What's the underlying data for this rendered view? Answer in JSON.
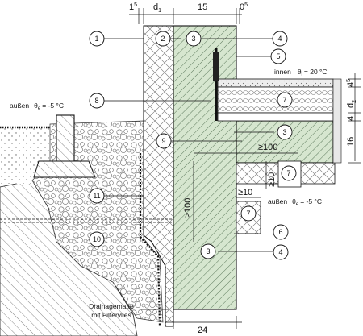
{
  "dimensions": {
    "top": {
      "d_1_5": "1",
      "d_1_5_sup": "5",
      "d_d1": "d",
      "d_d1_sub": "1",
      "d_15": "15",
      "d_0_5": "0",
      "d_0_5_sup": "5"
    },
    "right": {
      "r_45": "4",
      "r_45_sup": "5",
      "r_d2": "d",
      "r_d2_sub": "2",
      "r_4": "4",
      "r_16": "16"
    },
    "bottom": "24",
    "inner_ge100_h": "≥100",
    "inner_ge10_v": "≥10",
    "inner_ge10_h": "≥10",
    "inner_ge100_v": "≥100"
  },
  "climate": {
    "inside_label": "innen",
    "inside_symbol": "θ",
    "inside_sub": "i",
    "inside_value": "= 20 °C",
    "outside_top_label": "außen",
    "outside_top_symbol": "θ",
    "outside_top_sub": "e",
    "outside_top_value": "= -5 °C",
    "outside_bottom_label": "außen",
    "outside_bottom_symbol": "θ",
    "outside_bottom_sub": "e",
    "outside_bottom_value": "= -5 °C"
  },
  "callouts": [
    "1",
    "2",
    "3",
    "4",
    "5",
    "7",
    "8",
    "3",
    "9",
    "7",
    "11",
    "7",
    "10",
    "3",
    "6",
    "4"
  ],
  "drainage_note": [
    "Drainagematte",
    "mit Filtervlies"
  ],
  "colors": {
    "concrete_fill": "#d6e6cf",
    "hatch": "#2a4a2a",
    "line": "#1a1a1a"
  }
}
